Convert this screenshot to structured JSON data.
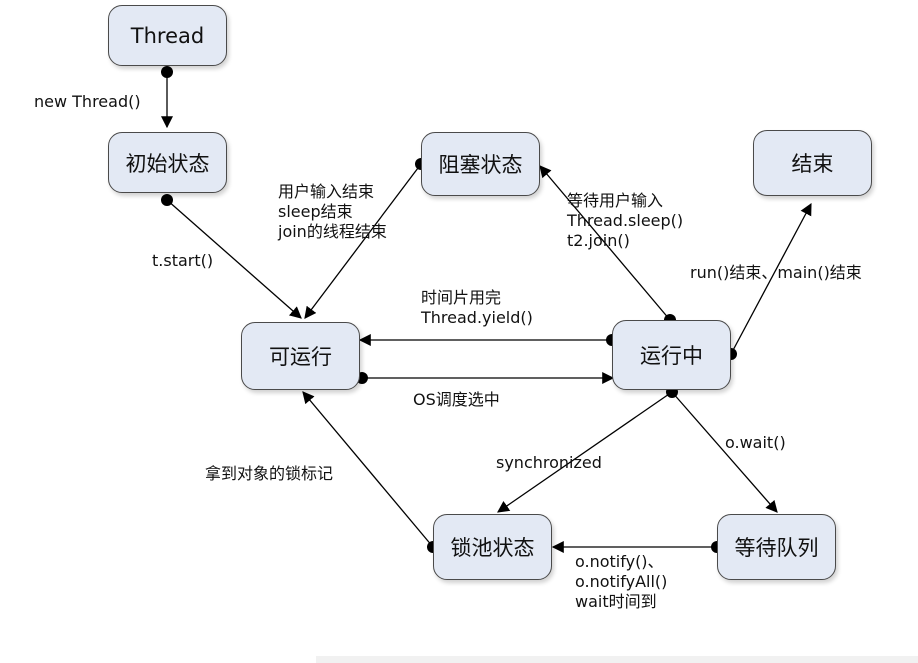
{
  "nodes": {
    "thread": "Thread",
    "initial": "初始状态",
    "blocked": "阻塞状态",
    "finished": "结束",
    "runnable": "可运行",
    "running": "运行中",
    "lockpool": "锁池状态",
    "waitqueue": "等待队列"
  },
  "labels": {
    "new_thread": "new Thread()",
    "start": "t.start()",
    "blocked_end": [
      "用户输入结束",
      "sleep结束",
      "join的线程结束"
    ],
    "to_blocked": [
      "等待用户输入",
      "Thread.sleep()",
      "t2.join()"
    ],
    "run_end": "run()结束、main()结束",
    "yield": [
      "时间片用完",
      "Thread.yield()"
    ],
    "schedule": "OS调度选中",
    "got_lock": "拿到对象的锁标记",
    "synchronized": "synchronized",
    "wait": "o.wait()",
    "notify": [
      "o.notify()、",
      "o.notifyAll()",
      "wait时间到"
    ]
  }
}
